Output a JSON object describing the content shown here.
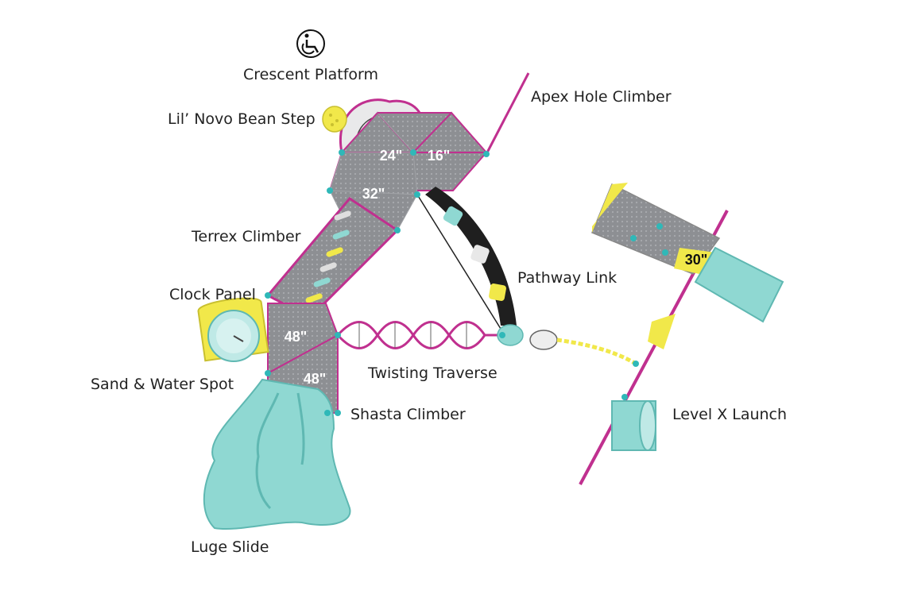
{
  "colors": {
    "deck_gray": "#8d8f93",
    "deck_gray_light": "#a4a6aa",
    "magenta": "#c0308f",
    "teal": "#8fd8d2",
    "teal_dark": "#5fb8b2",
    "yellow": "#f1e84a",
    "post": "#2fb8b8",
    "black": "#1f1f1f"
  },
  "icons": {
    "accessibility": "wheelchair-accessible-icon"
  },
  "heights": {
    "h24": "24\"",
    "h16": "16\"",
    "h32": "32\"",
    "h48a": "48\"",
    "h48b": "48\"",
    "h30": "30\""
  },
  "labels": {
    "crescent_platform": "Crescent Platform",
    "apex_hole_climber": "Apex Hole Climber",
    "lil_novo_bean_step": "Lil’ Novo Bean Step",
    "terrex_climber": "Terrex Climber",
    "pathway_link": "Pathway Link",
    "clock_panel": "Clock Panel",
    "sand_water_spot": "Sand & Water Spot",
    "twisting_traverse": "Twisting Traverse",
    "shasta_climber": "Shasta Climber",
    "level_x_launch": "Level X Launch",
    "luge_slide": "Luge Slide"
  }
}
